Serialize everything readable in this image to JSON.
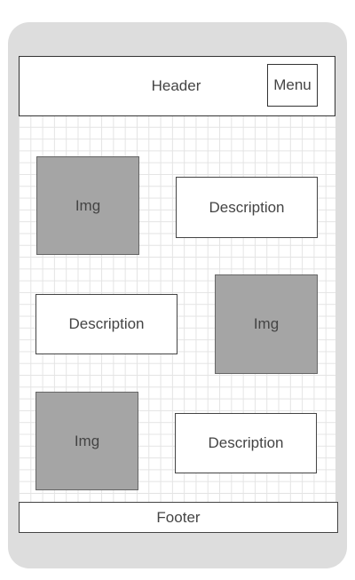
{
  "header": {
    "title": "Header",
    "menu_label": "Menu"
  },
  "rows": [
    {
      "image_label": "Img",
      "description_label": "Description"
    },
    {
      "image_label": "Img",
      "description_label": "Description"
    },
    {
      "image_label": "Img",
      "description_label": "Description"
    }
  ],
  "footer": {
    "label": "Footer"
  },
  "colors": {
    "device_frame": "#dddddd",
    "image_placeholder": "#a5a5a5",
    "grid_lines": "#e4e4e4",
    "borders": "#333333",
    "text": "#444444"
  }
}
